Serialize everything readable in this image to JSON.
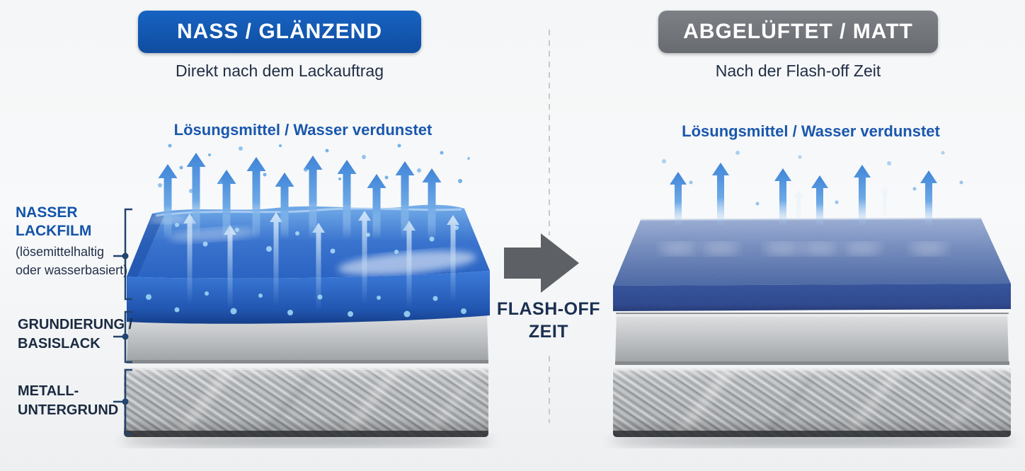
{
  "left_panel": {
    "badge": "NASS / GLÄNZEND",
    "subtitle": "Direkt nach dem Lackauftrag",
    "evaporation_label": "Lösungsmittel / Wasser verdunstet",
    "layer_labels": {
      "wet_film_title": "NASSER\nLACKFILM",
      "wet_film_subtitle": "(lösemittelhaltig\noder wasserbasiert)",
      "primer": "GRUNDIERUNG /\nBASISLACK",
      "metal": "METALL-\nUNTERGRUND"
    }
  },
  "center": {
    "icon": "arrow-right-icon",
    "label": "FLASH-OFF\nZEIT"
  },
  "right_panel": {
    "badge": "ABGELÜFTET / MATT",
    "subtitle": "Nach der Flash-off Zeit",
    "evaporation_label": "Lösungsmittel / Wasser verdunstet"
  },
  "colors": {
    "badge_blue": "#1459b4",
    "badge_gray": "#73777c",
    "accent_blue_text": "#1a57ae",
    "navy_text": "#1b2a40",
    "wet_paint_blue": "#2e6bc8",
    "matte_paint_blue": "#2d4c96",
    "primer_gray": "#b9bcbf",
    "metal_silver": "#b3b6b9",
    "flash_arrow_gray": "#5d6165"
  }
}
